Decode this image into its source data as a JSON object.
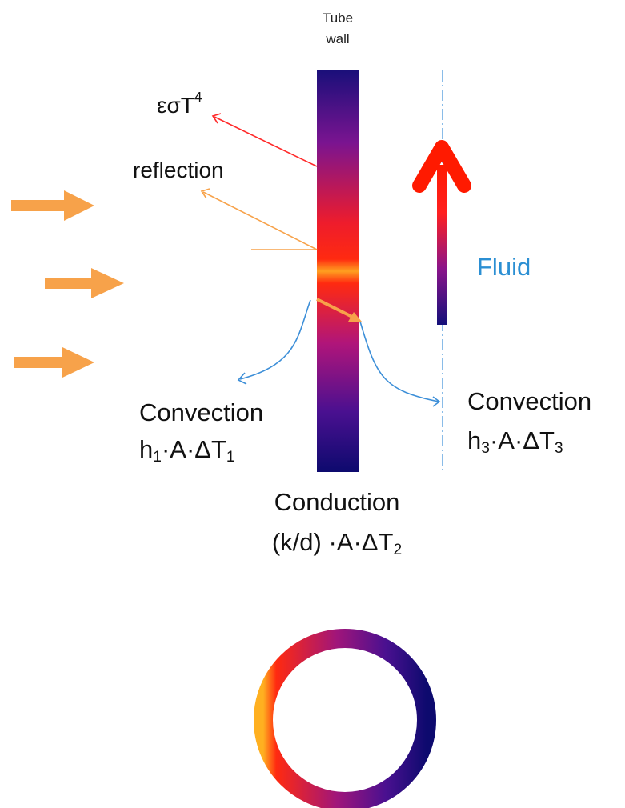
{
  "labels": {
    "tube_wall_line1": "Tube",
    "tube_wall_line2": "wall",
    "emission": "εσT",
    "emission_sup": "4",
    "reflection": "reflection",
    "fluid": "Fluid",
    "convection_left": "Convection",
    "convection_left_eq": {
      "h": "h",
      "h_sub": "1",
      "mid": "·A·ΔT",
      "t_sub": "1"
    },
    "convection_right": "Convection",
    "convection_right_eq": {
      "h": "h",
      "h_sub": "3",
      "mid": "·A·ΔT",
      "t_sub": "3"
    },
    "conduction": "Conduction",
    "conduction_eq": {
      "main": "(k/d) ·A·ΔT",
      "sub": "2"
    }
  },
  "colors": {
    "hot": "#ff1e00",
    "orange": "#f7a24a",
    "cold": "#1a0f7a",
    "deep_blue": "#0d0a6e",
    "magenta": "#c01a5a",
    "convection_line": "#3d8fd8",
    "fluid_text": "#2b8fd3"
  },
  "icons": {
    "incoming_radiation": "orange-arrow-right-icon",
    "fluid_flow": "red-arrow-up-icon"
  }
}
